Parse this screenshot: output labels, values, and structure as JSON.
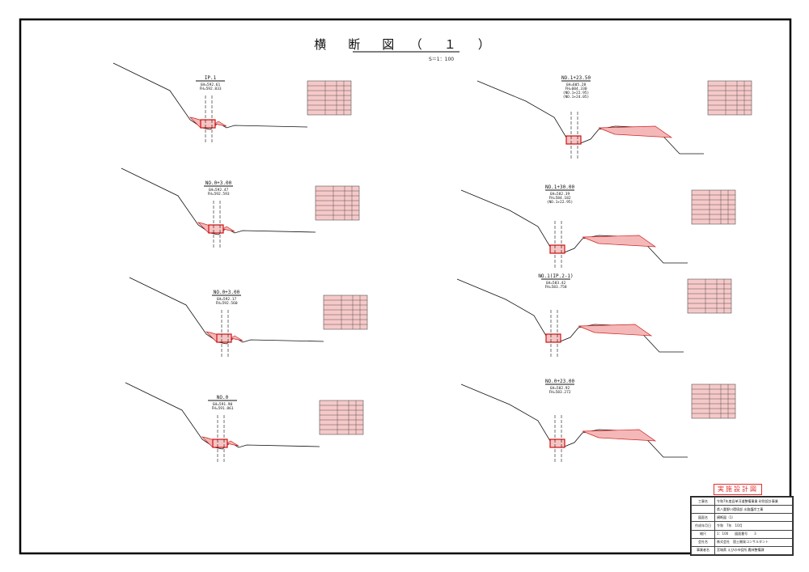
{
  "sheet": {
    "title": "横　断　図　（　１　）",
    "scale": "S＝1：100"
  },
  "sections": [
    {
      "label": "IP.1",
      "lines": [
        "GH=592.61",
        "FH=592.833"
      ],
      "col": 0,
      "row": 0
    },
    {
      "label": "NO.0+3.00",
      "lines": [
        "GH=592.47",
        "FH=592.593"
      ],
      "col": 0,
      "row": 1
    },
    {
      "label": "NO.0+3.00",
      "lines": [
        "GH=592.17",
        "FH=592.560"
      ],
      "col": 0,
      "row": 2
    },
    {
      "label": "NO.0",
      "lines": [
        "GH=591.90",
        "FH=591.861"
      ],
      "col": 0,
      "row": 3
    },
    {
      "label": "NO.1+23.50",
      "lines": [
        "GH=605.28",
        "FH=604.330",
        "(NO.1+22.95)",
        "(NO.1+24.05)"
      ],
      "col": 1,
      "row": 0
    },
    {
      "label": "NO.1+30.00",
      "lines": [
        "GH=582.39",
        "FH=584.182",
        "(NO.1+22.95)"
      ],
      "col": 1,
      "row": 1
    },
    {
      "label": "NO.1(IP.2-1)",
      "lines": [
        "GH=583.42",
        "FH=583.758"
      ],
      "col": 1,
      "row": 2
    },
    {
      "label": "NO.0+23.00",
      "lines": [
        "GH=582.92",
        "FH=583.272"
      ],
      "col": 1,
      "row": 3
    }
  ],
  "title_block": {
    "stamp": "実施設計図",
    "rows": [
      {
        "key": "工事名",
        "value": "令和7年度县单河道整備事業 砂防設計事業"
      },
      {
        "key": "",
        "value": "県八重野川環境部 水路護岸工事"
      },
      {
        "key": "図面名",
        "value": "横断図（1）"
      },
      {
        "key": "作成年月日",
        "value": "令和　7年　10月"
      },
      {
        "key": "縮尺",
        "value": "1：100　　図面番号　　3"
      },
      {
        "key": "会社名",
        "value": "株式会社　国土開発コンサルタント"
      },
      {
        "key": "事業者名",
        "value": "宮城県 えびの市役所 農林整備課"
      }
    ]
  }
}
